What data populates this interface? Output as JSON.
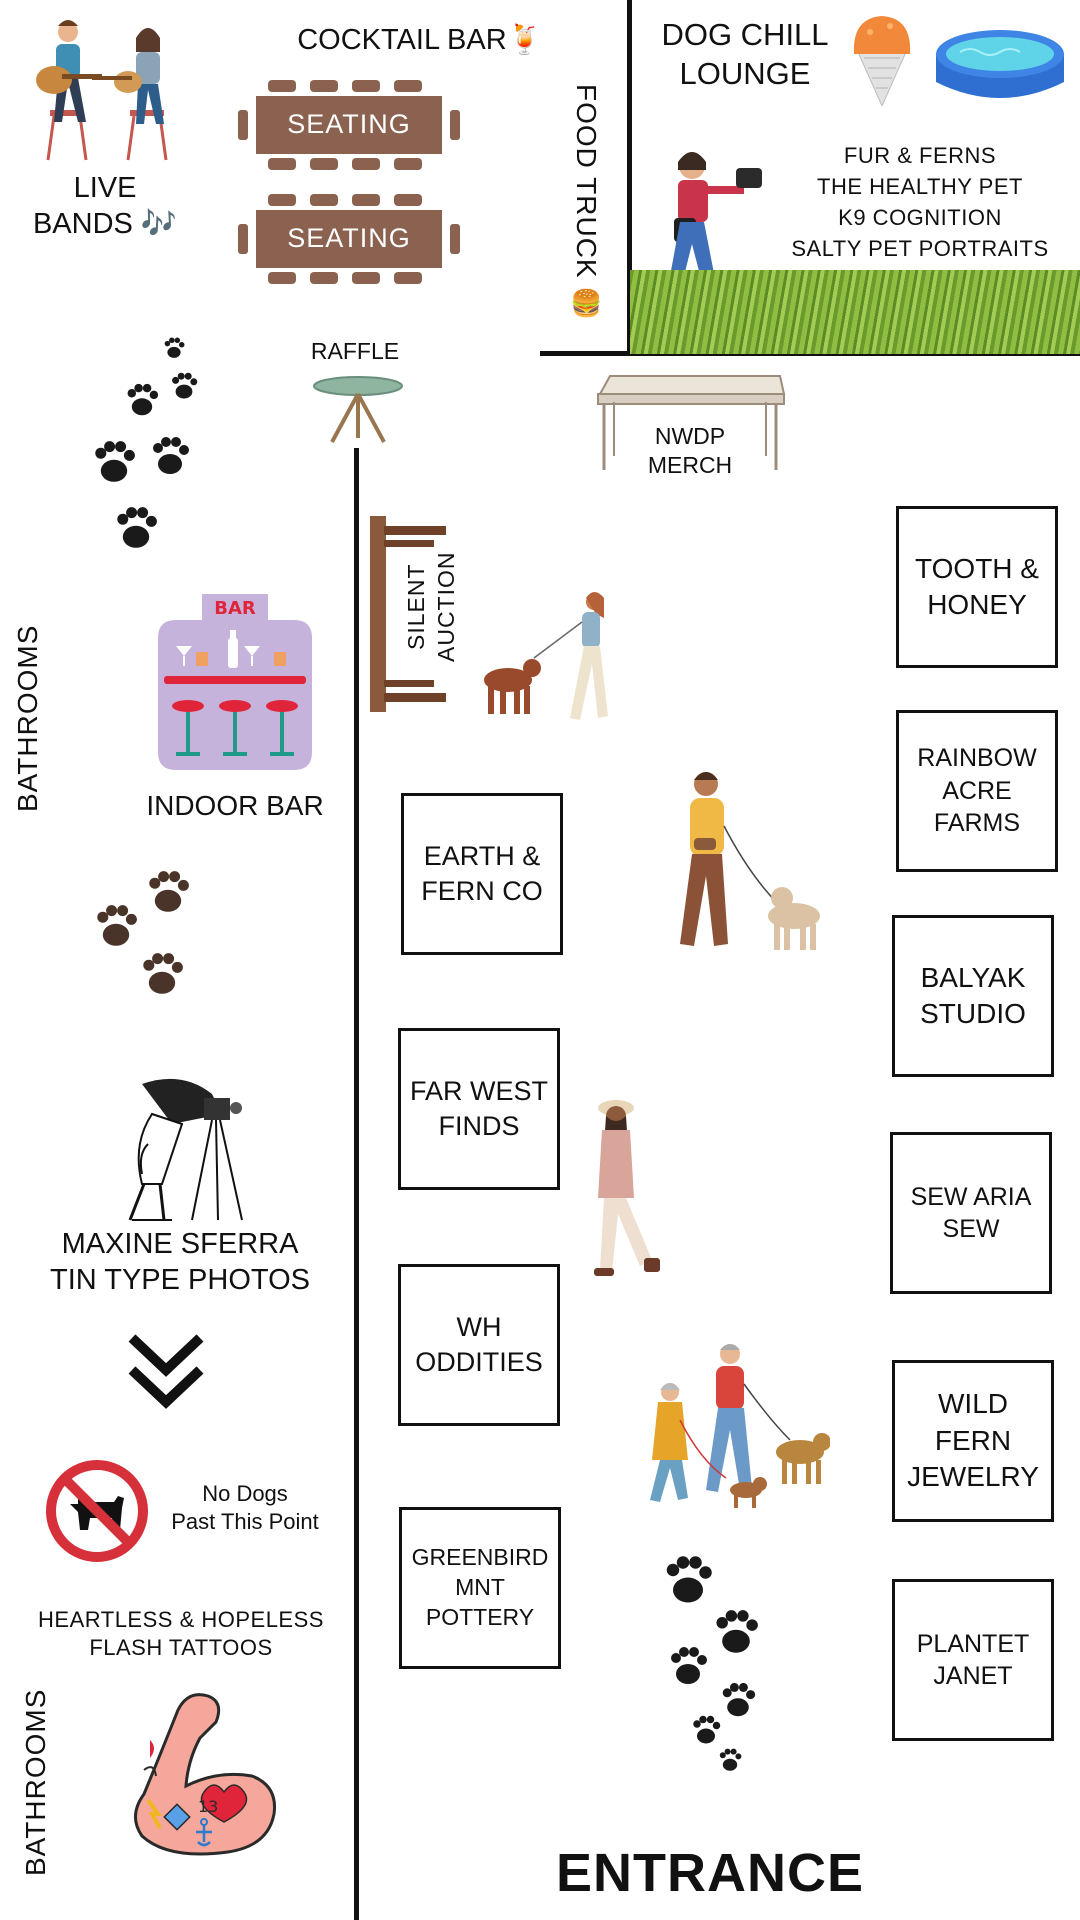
{
  "live_bands": "LIVE\nBANDS 🎶",
  "cocktail_bar": "COCKTAIL BAR🍹",
  "seating": [
    "SEATING",
    "SEATING"
  ],
  "food_truck": "FOOD TRUCK",
  "food_truck_emoji": "🍔",
  "dog_chill_lounge": "DOG CHILL\nLOUNGE",
  "lounge_vendors": [
    "FUR & FERNS",
    "THE HEALTHY PET",
    "K9 COGNITION",
    "SALTY PET PORTRAITS"
  ],
  "raffle": "RAFFLE",
  "nwdp_merch": "NWDP\nMERCH",
  "silent_auction": "SILENT\nAUCTION",
  "bathrooms": [
    "BATHROOMS",
    "BATHROOMS"
  ],
  "bar_sign": "BAR",
  "indoor_bar": "INDOOR BAR",
  "tin_type": "MAXINE SFERRA\nTIN TYPE PHOTOS",
  "no_dogs": "No Dogs\nPast This Point",
  "tattoos": "HEARTLESS & HOPELESS\nFLASH TATTOOS",
  "tattoo_number": "13",
  "entrance": "ENTRANCE",
  "center_booths": [
    "EARTH &\nFERN CO",
    "FAR WEST\nFINDS",
    "WH\nODDITIES",
    "GREENBIRD\nMNT\nPOTTERY"
  ],
  "right_booths": [
    "TOOTH &\nHONEY",
    "RAINBOW\nACRE\nFARMS",
    "BALYAK\nSTUDIO",
    "SEW ARIA\nSEW",
    "WILD\nFERN\nJEWELRY",
    "PLANTET\nJANET"
  ],
  "colors": {
    "table_brown": "#8b6250",
    "bar_purple": "#c6b3db",
    "pool_blue": "#2e6fd1",
    "no_sign_red": "#d6303a",
    "grass_green": "#7fae3a",
    "paw_dark": "#1a1a1a",
    "paw_brown": "#4a3328"
  }
}
